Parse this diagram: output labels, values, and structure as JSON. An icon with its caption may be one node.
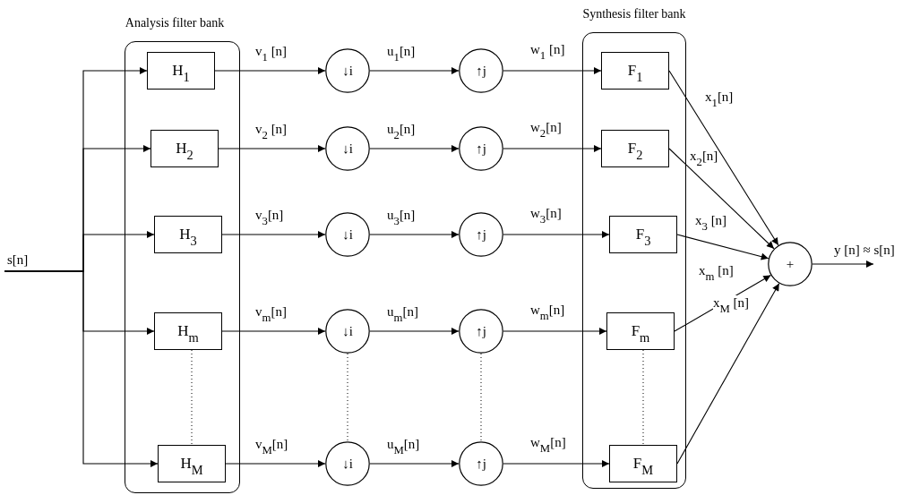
{
  "diagram": {
    "nodes": [
      {
        "text": [
          "Analysis filter bank"
        ]
      },
      {
        "text": [
          "H$_{1}$"
        ],
        "in": 0
      },
      {
        "text": [
          "H$_{2}$"
        ],
        "in": 0
      },
      {
        "text": [
          "H$_{3}$"
        ],
        "in": 0
      },
      {
        "text": [
          "H$_{m}$"
        ],
        "in": 0
      },
      {
        "text": [
          "H$_{M}$"
        ],
        "in": 0
      },
      {
        "text": [
          "↓i"
        ]
      },
      {
        "text": [
          "↓i"
        ]
      },
      {
        "text": [
          "↓i"
        ]
      },
      {
        "text": [
          "↓i"
        ]
      },
      {
        "text": [
          "↓i"
        ]
      },
      {
        "text": [
          "↑j"
        ]
      },
      {
        "text": [
          "↑j"
        ]
      },
      {
        "text": [
          "↑j"
        ]
      },
      {
        "text": [
          "↑j"
        ]
      },
      {
        "text": [
          "↑j"
        ]
      },
      {
        "text": [
          "Synthesis filter bank"
        ]
      },
      {
        "text": [
          "F$_{1}$"
        ],
        "in": 16
      },
      {
        "text": [
          "F$_{2}$"
        ],
        "in": 16
      },
      {
        "text": [
          "F$_{3}$"
        ],
        "in": 16
      },
      {
        "text": [
          "F$_{m}$"
        ],
        "in": 16
      },
      {
        "text": [
          "F$_{M}$"
        ],
        "in": 16
      },
      {
        "text": [
          "+"
        ]
      }
    ],
    "edges": [
      {
        "from": null,
        "to": 1,
        "arrow": "to",
        "label": "s[n]"
      },
      {
        "from": null,
        "to": 2,
        "arrow": "to"
      },
      {
        "from": null,
        "to": 3,
        "arrow": "to"
      },
      {
        "from": null,
        "to": 4,
        "arrow": "to"
      },
      {
        "from": null,
        "to": 5,
        "arrow": "to"
      },
      {
        "from": 1,
        "to": 6,
        "arrow": "to",
        "label": "v$_{1}$ [n]"
      },
      {
        "from": 2,
        "to": 7,
        "arrow": "to",
        "label": "v$_{2}$ [n]"
      },
      {
        "from": 3,
        "to": 8,
        "arrow": "to",
        "label": "v$_{3}$[n]"
      },
      {
        "from": 4,
        "to": 9,
        "arrow": "to",
        "label": "v$_{m}$[n]"
      },
      {
        "from": 5,
        "to": 10,
        "arrow": "to",
        "label": "v$_{M}$[n]"
      },
      {
        "from": 6,
        "to": 11,
        "arrow": "to",
        "label": "u$_{1}$[n]"
      },
      {
        "from": 7,
        "to": 12,
        "arrow": "to",
        "label": "u$_{2}$[n]"
      },
      {
        "from": 8,
        "to": 13,
        "arrow": "to",
        "label": "u$_{3}$[n]"
      },
      {
        "from": 9,
        "to": 14,
        "arrow": "to",
        "label": "u$_{m}$[n]"
      },
      {
        "from": 10,
        "to": 15,
        "arrow": "to",
        "label": "u$_{M}$[n]"
      },
      {
        "from": 11,
        "to": 17,
        "arrow": "to",
        "label": "w$_{1}$ [n]"
      },
      {
        "from": 12,
        "to": 18,
        "arrow": "to",
        "label": "w$_{2}$[n]"
      },
      {
        "from": 13,
        "to": 19,
        "arrow": "to",
        "label": "w$_{3}$[n]"
      },
      {
        "from": 14,
        "to": 20,
        "arrow": "to",
        "label": "w$_{m}$[n]"
      },
      {
        "from": 15,
        "to": 21,
        "arrow": "to",
        "label": "w$_{M}$[n]"
      },
      {
        "from": 17,
        "to": 22,
        "arrow": "to",
        "label": "x$_{1}$[n]"
      },
      {
        "from": 18,
        "to": 22,
        "arrow": "to",
        "label": "x$_{2}$[n]"
      },
      {
        "from": 19,
        "to": 22,
        "arrow": "to",
        "label": "x$_{3}$ [n]"
      },
      {
        "from": 20,
        "to": 22,
        "arrow": "to",
        "label": "x$_{m}$ [n]"
      },
      {
        "from": 21,
        "to": 22,
        "arrow": "to",
        "label": "x$_{M}$ [n]"
      },
      {
        "from": 22,
        "to": null,
        "arrow": "to",
        "label": "y [n] ≈ s[n]"
      },
      {
        "from": 4,
        "to": 5,
        "arrow": "none",
        "style": "dashed"
      },
      {
        "from": 9,
        "to": 10,
        "arrow": "none",
        "style": "dashed"
      },
      {
        "from": 14,
        "to": 15,
        "arrow": "none",
        "style": "dashed"
      },
      {
        "from": 20,
        "to": 21,
        "arrow": "none",
        "style": "dashed"
      }
    ]
  }
}
